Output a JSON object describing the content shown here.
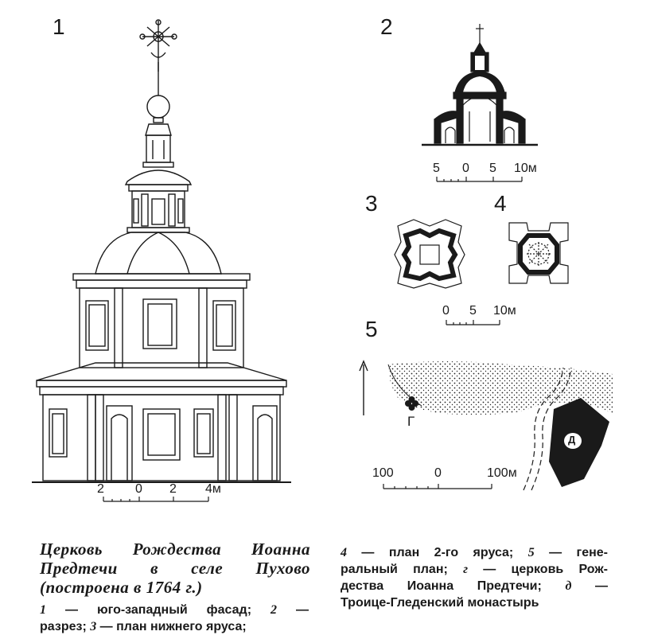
{
  "panels": {
    "p1": "1",
    "p2": "2",
    "p3": "3",
    "p4": "4",
    "p5": "5"
  },
  "scales": {
    "facade": [
      "2",
      "0",
      "2",
      "4м"
    ],
    "section": [
      "5",
      "0",
      "5",
      "10м"
    ],
    "plans": [
      "0",
      "5",
      "10м"
    ],
    "site": [
      "100",
      "0",
      "100м"
    ]
  },
  "site_labels": {
    "church": "Г",
    "monastery": "Д"
  },
  "caption": {
    "title_lines": [
      "Церковь Рождества Иоанна",
      "Предтечи в селе Пухово",
      "(построена в 1764 г.)"
    ],
    "left_lines": [
      {
        "n": "1",
        "t": " — юго-западный фасад; "
      },
      {
        "n": "2",
        "t": " —"
      }
    ],
    "left_line2a": "разрез; ",
    "left_line2n": "3",
    "left_line2b": " — план нижнего яруса;",
    "right_line1n": "4",
    "right_line1a": " — план 2-го яруса; ",
    "right_line1n2": "5",
    "right_line1b": " — гене-",
    "right_line2a": "ральный план; ",
    "right_line2n": "г",
    "right_line2b": " — церковь Рож-",
    "right_line3a": "дества Иоанна Предтечи; ",
    "right_line3n": "д",
    "right_line3b": " —",
    "right_line4": "Троице-Гледенский монастырь"
  }
}
